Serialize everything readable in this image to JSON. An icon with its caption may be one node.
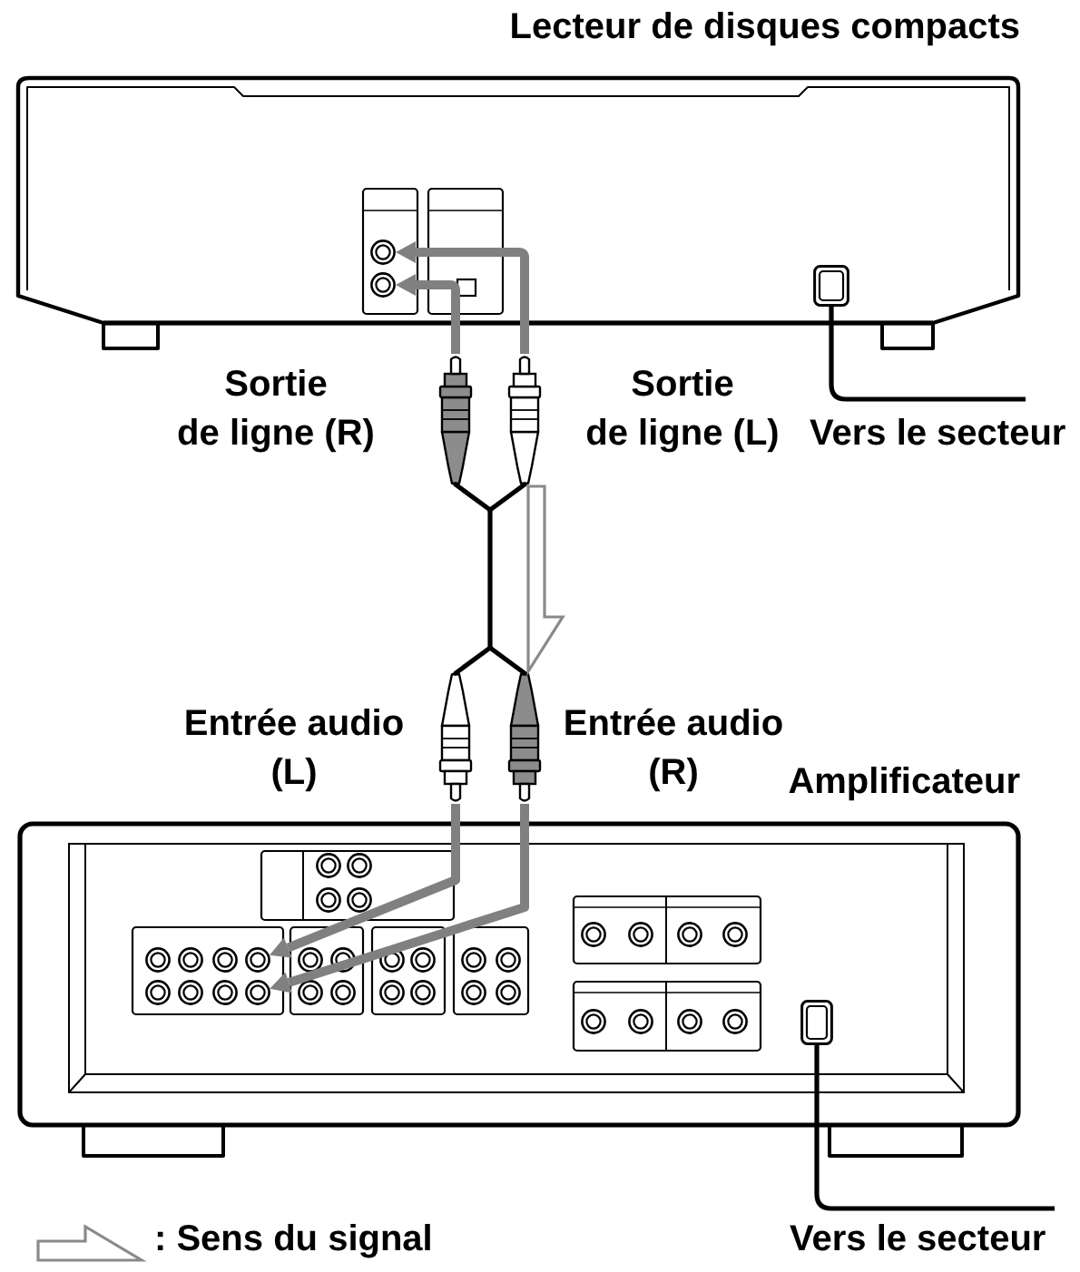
{
  "diagram": {
    "nodes": [
      {
        "text": [
          "Lecteur de disques compacts"
        ]
      },
      {
        "text": [],
        "shape": "circle",
        "in": 0
      },
      {
        "text": [],
        "shape": "circle",
        "in": 0
      },
      {
        "text": [],
        "shape": "box",
        "in": 0
      },
      {
        "text": [],
        "shape": "picture",
        "beside": [
          "Sortie de ligne (R)"
        ]
      },
      {
        "text": [],
        "shape": "picture",
        "beside": [
          "Sortie de ligne (L)"
        ]
      },
      {
        "text": [],
        "shape": "picture",
        "beside": [
          "Entrée audio (L)"
        ]
      },
      {
        "text": [],
        "shape": "picture",
        "beside": [
          "Entrée audio (R)"
        ]
      },
      {
        "text": [
          "Amplificateur"
        ]
      },
      {
        "text": [],
        "shape": "circle",
        "in": 8
      },
      {
        "text": [],
        "shape": "circle",
        "in": 8
      },
      {
        "text": [],
        "shape": "circle",
        "in": 8
      },
      {
        "text": [],
        "shape": "circle",
        "in": 8
      },
      {
        "text": [],
        "shape": "circle",
        "in": 8
      },
      {
        "text": [],
        "shape": "circle",
        "in": 8
      },
      {
        "text": [],
        "shape": "circle",
        "in": 8
      },
      {
        "text": [],
        "shape": "circle",
        "in": 8
      },
      {
        "text": [],
        "shape": "circle",
        "in": 8
      },
      {
        "text": [],
        "shape": "circle",
        "in": 8
      },
      {
        "text": [],
        "shape": "circle",
        "in": 8
      },
      {
        "text": [],
        "shape": "circle",
        "in": 8
      },
      {
        "text": [],
        "shape": "circle",
        "in": 8
      },
      {
        "text": [],
        "shape": "circle",
        "in": 8
      },
      {
        "text": [],
        "shape": "circle",
        "in": 8
      },
      {
        "text": [],
        "shape": "circle",
        "in": 8
      },
      {
        "text": [],
        "shape": "circle",
        "in": 8
      },
      {
        "text": [],
        "shape": "circle",
        "in": 8
      },
      {
        "text": [],
        "shape": "circle",
        "in": 8
      },
      {
        "text": [],
        "shape": "circle",
        "in": 8
      },
      {
        "text": [],
        "shape": "circle",
        "in": 8
      },
      {
        "text": [],
        "shape": "circle",
        "in": 8
      },
      {
        "text": [],
        "shape": "circle",
        "in": 8
      },
      {
        "text": [],
        "shape": "circle",
        "in": 8
      },
      {
        "text": [],
        "shape": "circle",
        "in": 8
      },
      {
        "text": [],
        "shape": "circle",
        "in": 8
      },
      {
        "text": [],
        "shape": "circle",
        "in": 8
      },
      {
        "text": [],
        "shape": "circle",
        "in": 8
      },
      {
        "text": [],
        "shape": "circle",
        "in": 8
      },
      {
        "text": [],
        "shape": "circle",
        "in": 8
      },
      {
        "text": [],
        "shape": "circle",
        "in": 8
      },
      {
        "text": [],
        "shape": "circle",
        "in": 8
      },
      {
        "text": [],
        "shape": "box",
        "in": 8
      }
    ],
    "edges": [
      {
        "from": 4,
        "to": 6,
        "arrow": "none"
      },
      {
        "from": 4,
        "to": 7,
        "arrow": "none"
      },
      {
        "from": 5,
        "to": 6,
        "arrow": "none"
      },
      {
        "from": 5,
        "to": 7,
        "arrow": "none"
      },
      {
        "from": 4,
        "to": 2,
        "arrow": "to",
        "style": "thick",
        "color": "#808080"
      },
      {
        "from": 5,
        "to": 1,
        "arrow": "to",
        "style": "thick",
        "color": "#808080"
      },
      {
        "from": 6,
        "to": 20,
        "arrow": "to",
        "style": "thick",
        "color": "#808080"
      },
      {
        "from": 7,
        "to": 30,
        "arrow": "to",
        "style": "thick",
        "color": "#808080"
      },
      {
        "from": 3,
        "to": null,
        "arrow": "none"
      },
      {
        "from": 41,
        "to": null,
        "arrow": "none"
      },
      {
        "from": 5,
        "to": 7,
        "arrow": "to",
        "color": "#8a8a8a"
      }
    ],
    "labels": [
      "Vers le secteur",
      "Vers le secteur"
    ],
    "legend": [
      {
        "text": ": Sens du signal"
      }
    ]
  }
}
